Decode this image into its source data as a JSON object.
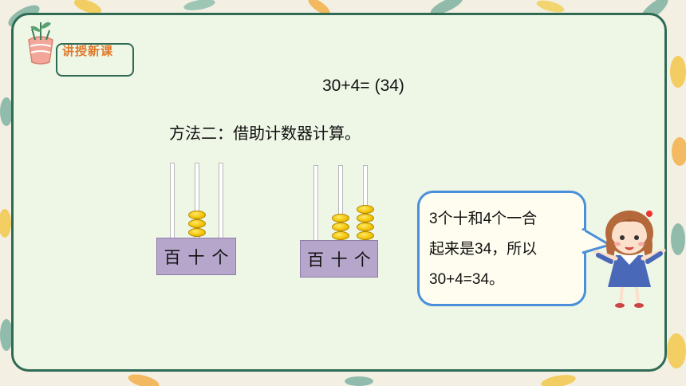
{
  "section_badge": {
    "label": "讲授新课"
  },
  "equation": {
    "expression": "30+4=",
    "answer": "(34)"
  },
  "method": {
    "text": "方法二：借助计数器计算。"
  },
  "abacus_left": {
    "labels": [
      "百",
      "十",
      "个"
    ],
    "beads": {
      "hundreds": 0,
      "tens": 3,
      "ones": 0
    }
  },
  "abacus_right": {
    "labels": [
      "百",
      "十",
      "个"
    ],
    "beads": {
      "hundreds": 0,
      "tens": 3,
      "ones": 4
    }
  },
  "speech_bubble": {
    "lines": [
      "3个十和4个一合",
      "起来是34，所以",
      "30+4=34。"
    ]
  },
  "colors": {
    "panel_border": "#2f6a55",
    "panel_fill": "#eef6e6",
    "badge_text": "#e0782a",
    "bead": "#f2c200",
    "abacus_base": "#b7a6cc",
    "bubble_border": "#4a8fd9"
  },
  "icons": {
    "badge": "potted-plant-icon",
    "character": "girl-character"
  }
}
